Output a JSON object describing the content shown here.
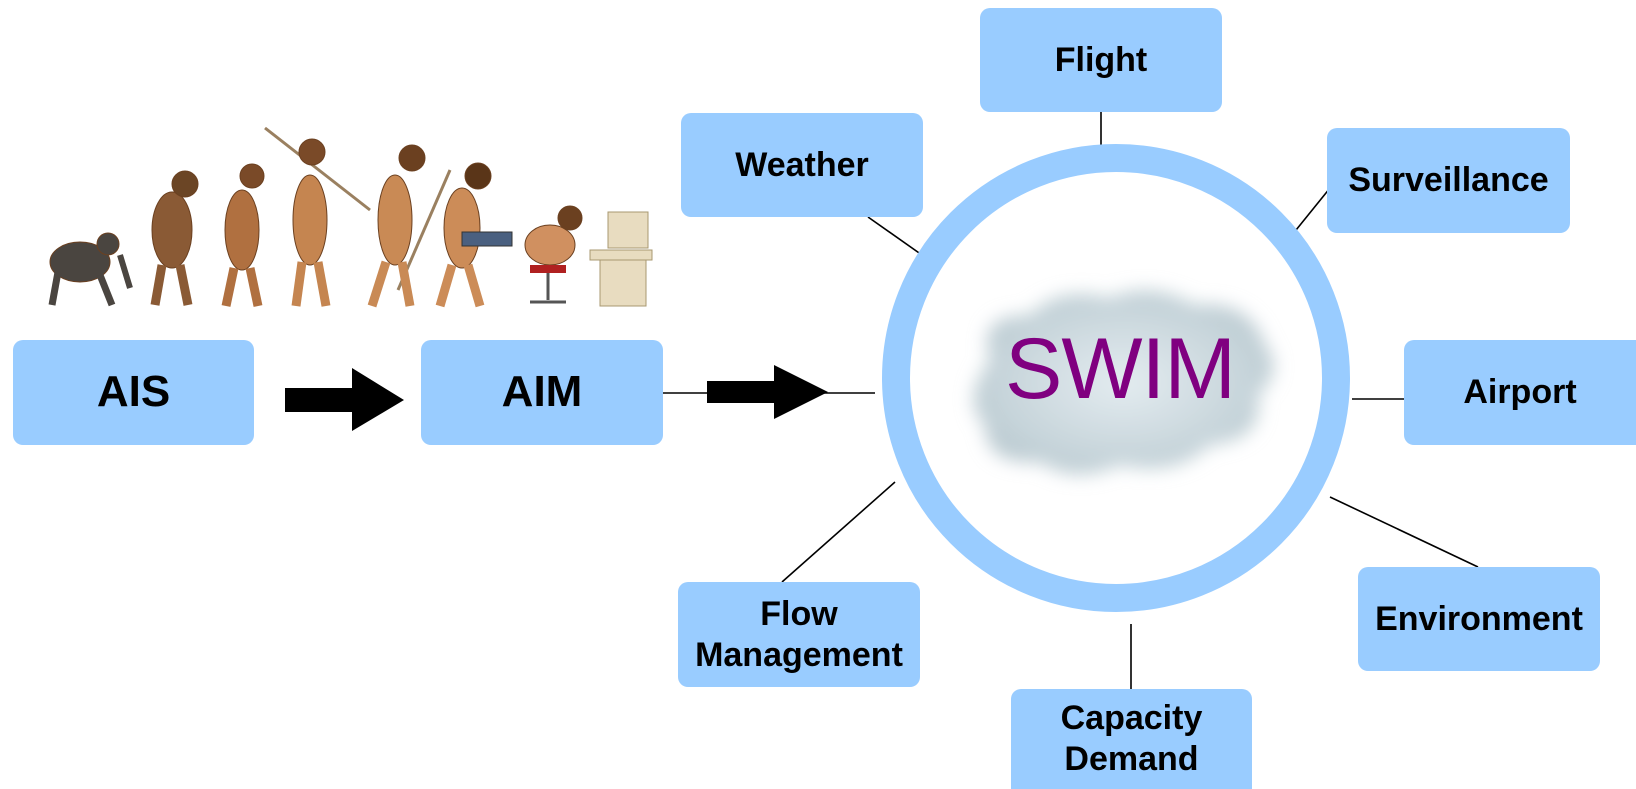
{
  "diagram": {
    "center_label": "SWIM",
    "evolution": {
      "from": "AIS",
      "to": "AIM"
    },
    "nodes": {
      "flight": "Flight",
      "weather": "Weather",
      "surveillance": "Surveillance",
      "airport": "Airport",
      "environment": "Environment",
      "capacity_demand": [
        "Capacity",
        "Demand"
      ],
      "flow_management": [
        "Flow",
        "Management"
      ]
    },
    "colors": {
      "box_fill": "#99ccff",
      "ring": "#99ccff",
      "center_text": "#800080",
      "cloud": "#c9d6dc",
      "arrow": "#000000",
      "connector": "#000000"
    },
    "illustration": "human-evolution-to-computer-user"
  }
}
